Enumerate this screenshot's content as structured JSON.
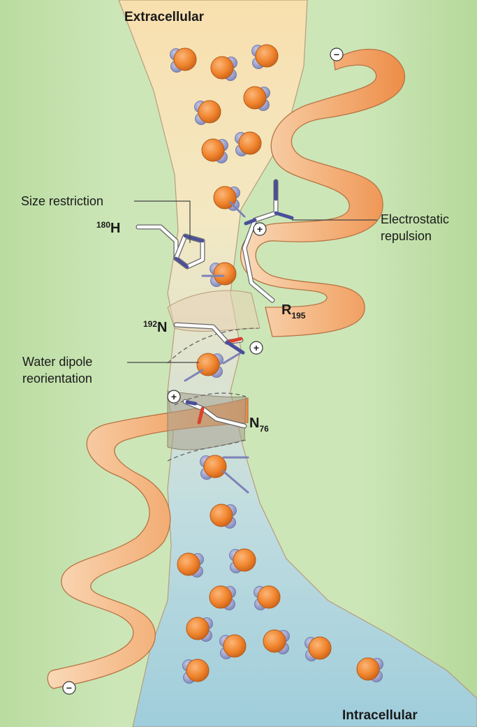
{
  "regions": {
    "extracellular": "Extracellular",
    "intracellular": "Intracellular"
  },
  "annotations": {
    "size_restriction": "Size restriction",
    "electrostatic_line1": "Electrostatic",
    "electrostatic_line2": "repulsion",
    "water_dipole_line1": "Water dipole",
    "water_dipole_line2": "reorientation"
  },
  "residues": {
    "his": {
      "sup": "180",
      "letter": "H"
    },
    "asn192": {
      "sup": "192",
      "letter": "N"
    },
    "arg": {
      "letter": "R",
      "sub": "195"
    },
    "asn76": {
      "letter": "N",
      "sub": "76"
    }
  },
  "charges": {
    "plus": "+",
    "minus": "−"
  },
  "colors": {
    "membrane_green": "#c9e3b3",
    "extracellular_yellow": "#f7e2b0",
    "intracellular_blue": "#a9d3df",
    "helix_peach": "#f6c79f",
    "helix_orange": "#ef934f",
    "water_oxygen": "#f0842c",
    "water_hydrogen": "#8f96c6",
    "side_chain_white": "#ffffff",
    "nitrogen_blue": "#4a4f9a",
    "oxygen_red": "#d8432c"
  }
}
